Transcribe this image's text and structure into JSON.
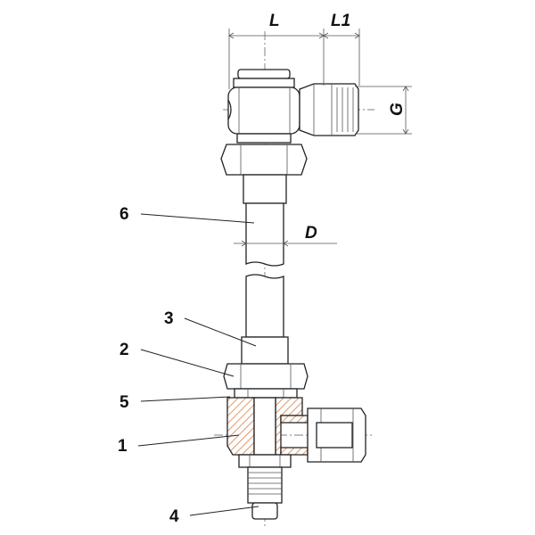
{
  "dimensions": {
    "L": "L",
    "L1": "L1",
    "G": "G",
    "D": "D"
  },
  "callouts": {
    "c1": "1",
    "c2": "2",
    "c3": "3",
    "c4": "4",
    "c5": "5",
    "c6": "6"
  },
  "colors": {
    "line": "#222222",
    "hatch": "#d9824a",
    "background": "#ffffff"
  }
}
